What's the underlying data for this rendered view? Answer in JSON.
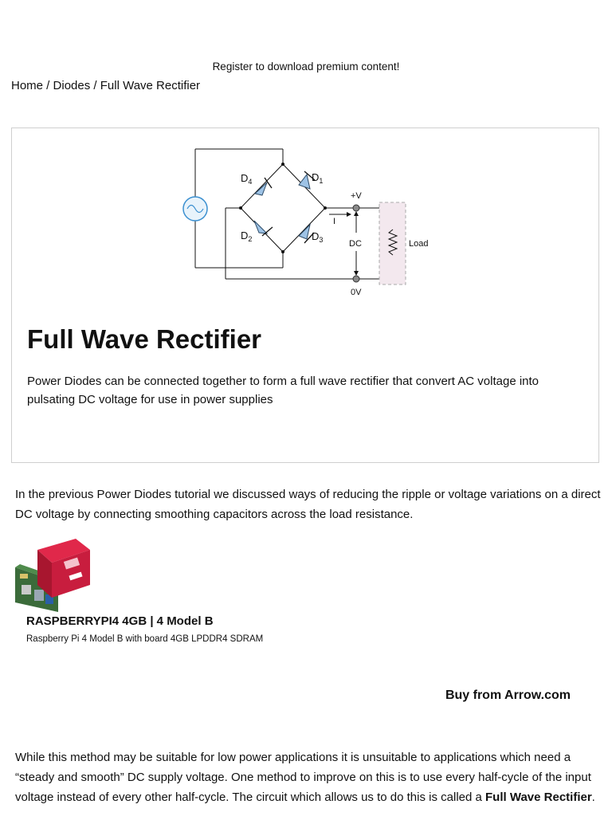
{
  "promo": {
    "text": "Register to download premium content!"
  },
  "breadcrumb": {
    "home": "Home",
    "sep1": " / ",
    "diodes": "Diodes",
    "sep2": " / ",
    "current": "Full Wave Rectifier"
  },
  "card": {
    "title": "Full Wave Rectifier",
    "description": "Power Diodes can be connected together to form a full wave rectifier that convert AC voltage into pulsating DC voltage for use in power supplies"
  },
  "diagram": {
    "d4": "D",
    "d4_sub": "4",
    "d1": "D",
    "d1_sub": "1",
    "d2": "D",
    "d2_sub": "2",
    "d3": "D",
    "d3_sub": "3",
    "plus_v": "+V",
    "zero_v": "0V",
    "current": "I",
    "dc": "DC",
    "load": "Load"
  },
  "article": {
    "para1": "In the previous Power Diodes tutorial we discussed ways of reducing the ripple or voltage variations on a direct DC voltage by connecting smoothing capacitors across the load resistance.",
    "para2_text": "While this method may be suitable for low power applications it is unsuitable to applications which need a “steady and smooth” DC supply voltage. One method to improve on this is to use every half-cycle of the input voltage instead of every other half-cycle. The circuit which allows us to do this is called a ",
    "para2_bold": "Full Wave Rectifier",
    "para2_end": "."
  },
  "product": {
    "name": "RASPBERRYPI4 4GB | 4 Model B",
    "description": "Raspberry Pi 4 Model B with board 4GB LPDDR4 SDRAM",
    "buy_label": "Buy from Arrow.com"
  },
  "colors": {
    "diode_fill": "#9ec3e6",
    "source_circle": "#3a8fd0",
    "load_box": "#f3e8ee",
    "line": "#111111"
  }
}
